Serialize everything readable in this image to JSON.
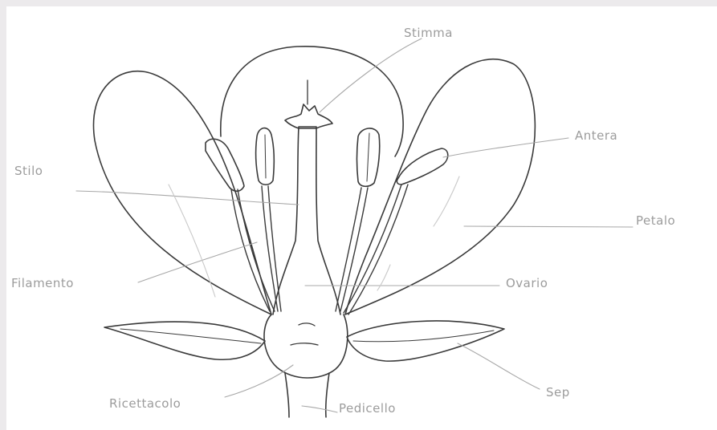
{
  "diagram": {
    "colors": {
      "background": "#eceaec",
      "paper": "#ffffff",
      "ink": "#3a3a3a",
      "leader": "#a8a8a8",
      "label": "#9c9c9c"
    },
    "labels": {
      "stigma": "Stimma",
      "antera": "Antera",
      "stilo": "Stilo",
      "petalo": "Petalo",
      "filamento": "Filamento",
      "ovario": "Ovario",
      "sep": "Sep",
      "ricettacolo": "Ricettacolo",
      "pedicello": "Pedicello"
    }
  }
}
